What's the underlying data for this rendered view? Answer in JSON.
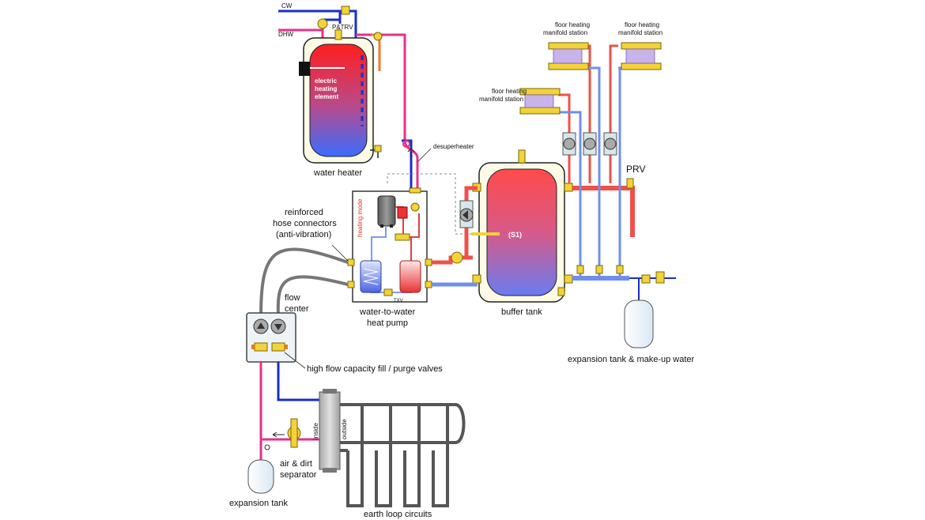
{
  "labels": {
    "cw": "CW",
    "dhw": "DHW",
    "ptrv": "P&TRV",
    "electric_heating_element": [
      "electric",
      "heating",
      "element"
    ],
    "water_heater": "water heater",
    "desuperheater": "desuperheater",
    "heating_mode": "heating mode",
    "txv": "TXV",
    "water_to_water": [
      "water-to-water",
      "heat pump"
    ],
    "reinforced_hose": [
      "reinforced",
      "hose connectors",
      "(anti-vibration)"
    ],
    "flow_center": [
      "flow",
      "center"
    ],
    "fill_purge": "high flow capacity fill / purge valves",
    "inside": "inside",
    "outside": "outside",
    "air_dirt": [
      "air & dirt",
      "separator"
    ],
    "expansion_tank": "expansion tank",
    "earth_loop": "earth loop circuits",
    "buffer_tank": "buffer tank",
    "s1": "(S1)",
    "prv": "PRV",
    "expansion_makeup": "expansion tank & make-up water",
    "floor_manifold_1": [
      "floor heating",
      "manifold station"
    ],
    "floor_manifold_2": [
      "floor heating",
      "manifold station"
    ],
    "floor_manifold_3": [
      "floor heating",
      "manifold station"
    ]
  },
  "colors": {
    "hot": "#f0504a",
    "cold": "#6f8ff0",
    "magenta": "#e8308a",
    "darkblue": "#1a2ec8",
    "orange": "#f07a30",
    "hose": "#777777",
    "brass": "#f3d23a",
    "tank_shell": "#fdfbe6"
  }
}
